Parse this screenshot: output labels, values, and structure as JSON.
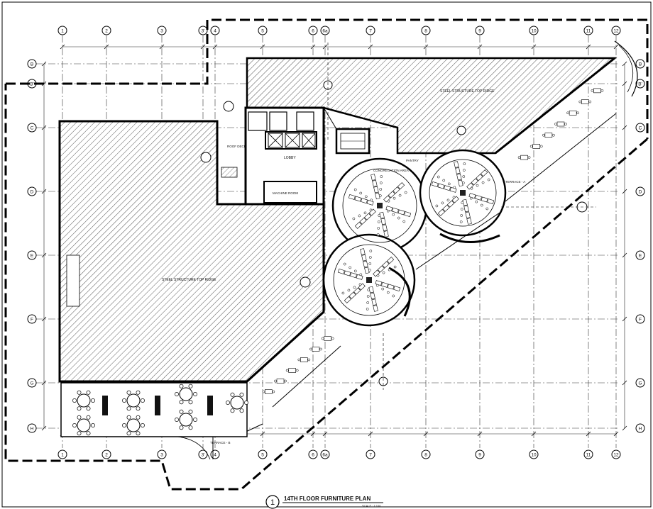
{
  "grid": {
    "columns": [
      "1",
      "2",
      "3",
      "3'",
      "4",
      "5",
      "6",
      "6a",
      "7",
      "8",
      "9",
      "10",
      "11",
      "12"
    ],
    "rows": [
      "B",
      "B'",
      "C",
      "D",
      "E",
      "F",
      "G",
      "H"
    ],
    "right_rows": [
      "B",
      "B'",
      "C",
      "D",
      "E",
      "F",
      "G",
      "H"
    ]
  },
  "title": {
    "number": "1",
    "text": "14TH FLOOR FURNITURE PLAN",
    "scale": "SCALE : 1:100"
  },
  "labels": {
    "steel_structure_top": "STEEL STRUCTURE TOP RIDGE",
    "steel_structure_left": "STEEL STRUCTURE TOP RIDGE",
    "lobby": "LOBBY",
    "machine_room": "MACHINE ROOM",
    "roof_deck": "ROOF DECK",
    "congregation_area": "CONGREGATION AREA",
    "pantry": "PANTRY",
    "terrace_a": "TERRACE - A",
    "terrace_b": "TERRACE - B",
    "room_tag": "E-1"
  }
}
